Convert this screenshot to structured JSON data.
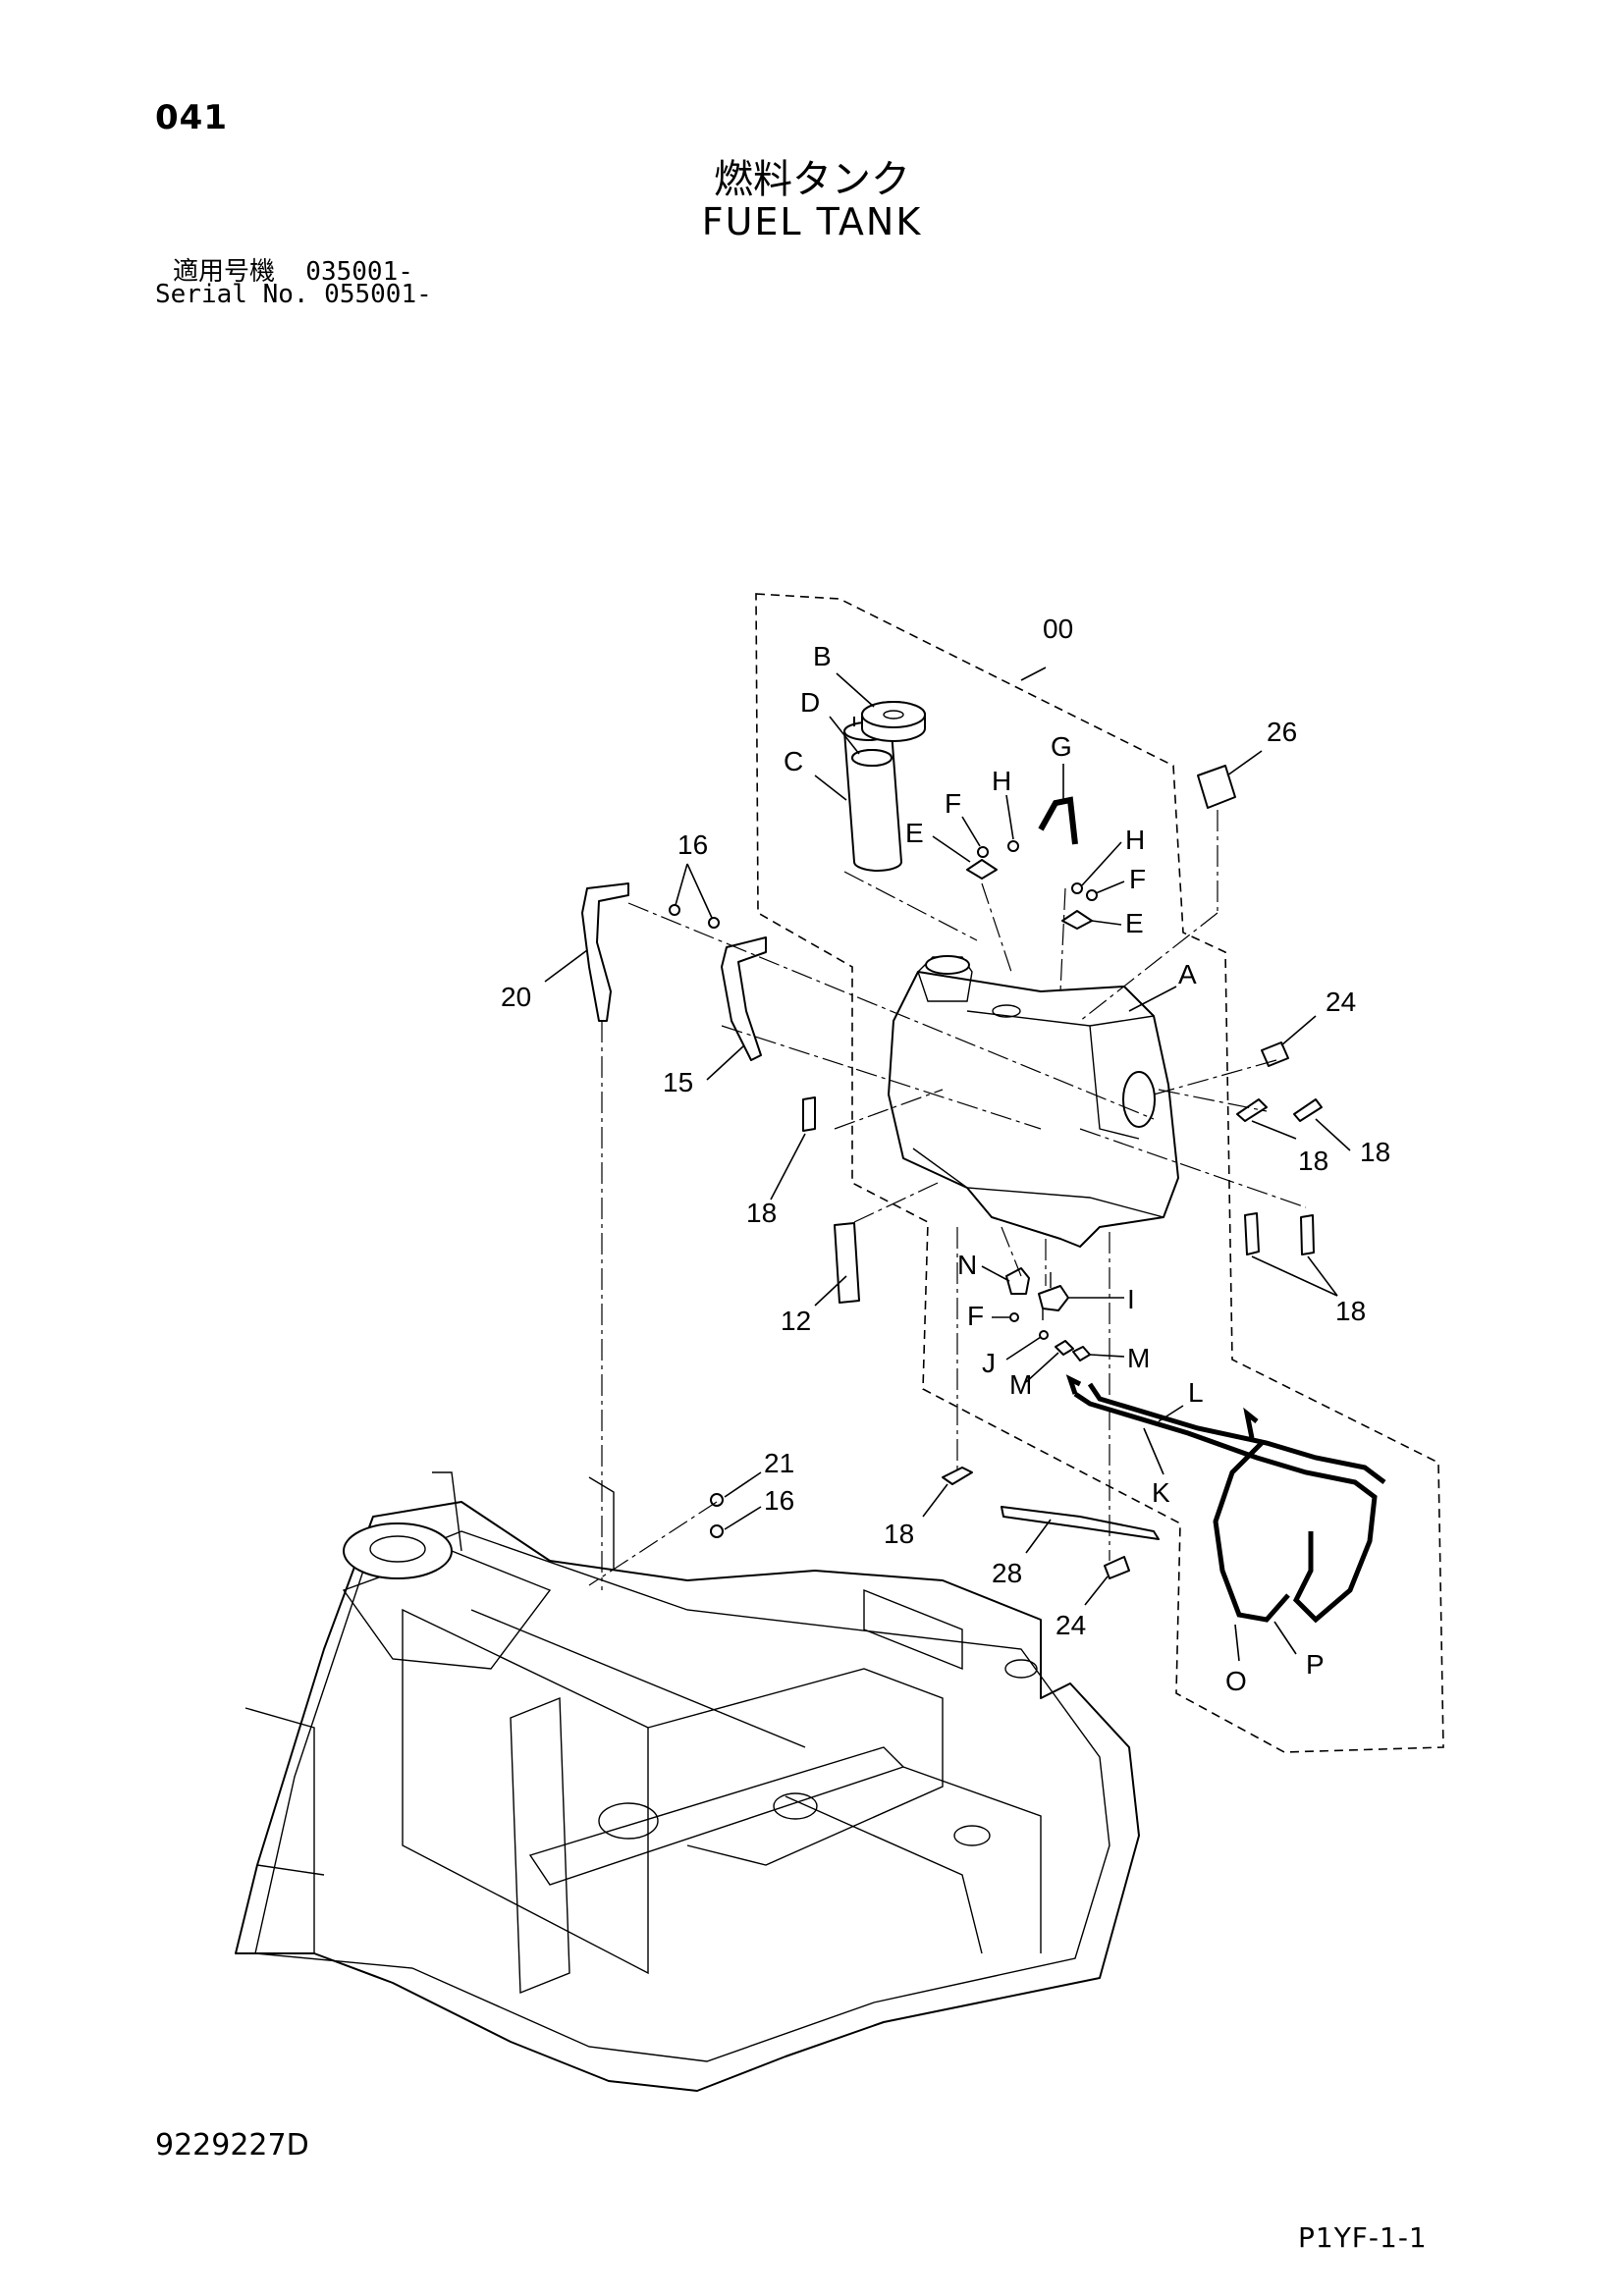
{
  "page_number": "041",
  "title_jp": "燃料タンク",
  "title_en": "FUEL TANK",
  "serial_jp": "適用号機  035001-",
  "serial_en": "Serial No. 055001-",
  "doc_number": "9229227D",
  "sheet_ref": "P1YF-1-1",
  "callouts": {
    "c00": "00",
    "cB": "B",
    "cD": "D",
    "cC": "C",
    "cG": "G",
    "cH1": "H",
    "cF1": "F",
    "cE1": "E",
    "cH2": "H",
    "cF2": "F",
    "cE2": "E",
    "c26": "26",
    "c16a": "16",
    "c20": "20",
    "cA": "A",
    "c15": "15",
    "c24a": "24",
    "c18a": "18",
    "c18b": "18",
    "c18c": "18",
    "c18d": "18",
    "c12": "12",
    "cN": "N",
    "cI": "I",
    "cF3": "F",
    "cJ": "J",
    "cM1": "M",
    "cM2": "M",
    "cL": "L",
    "cK": "K",
    "c21": "21",
    "c16b": "16",
    "c18e": "18",
    "c28": "28",
    "c24b": "24",
    "cO": "O",
    "cP": "P"
  }
}
